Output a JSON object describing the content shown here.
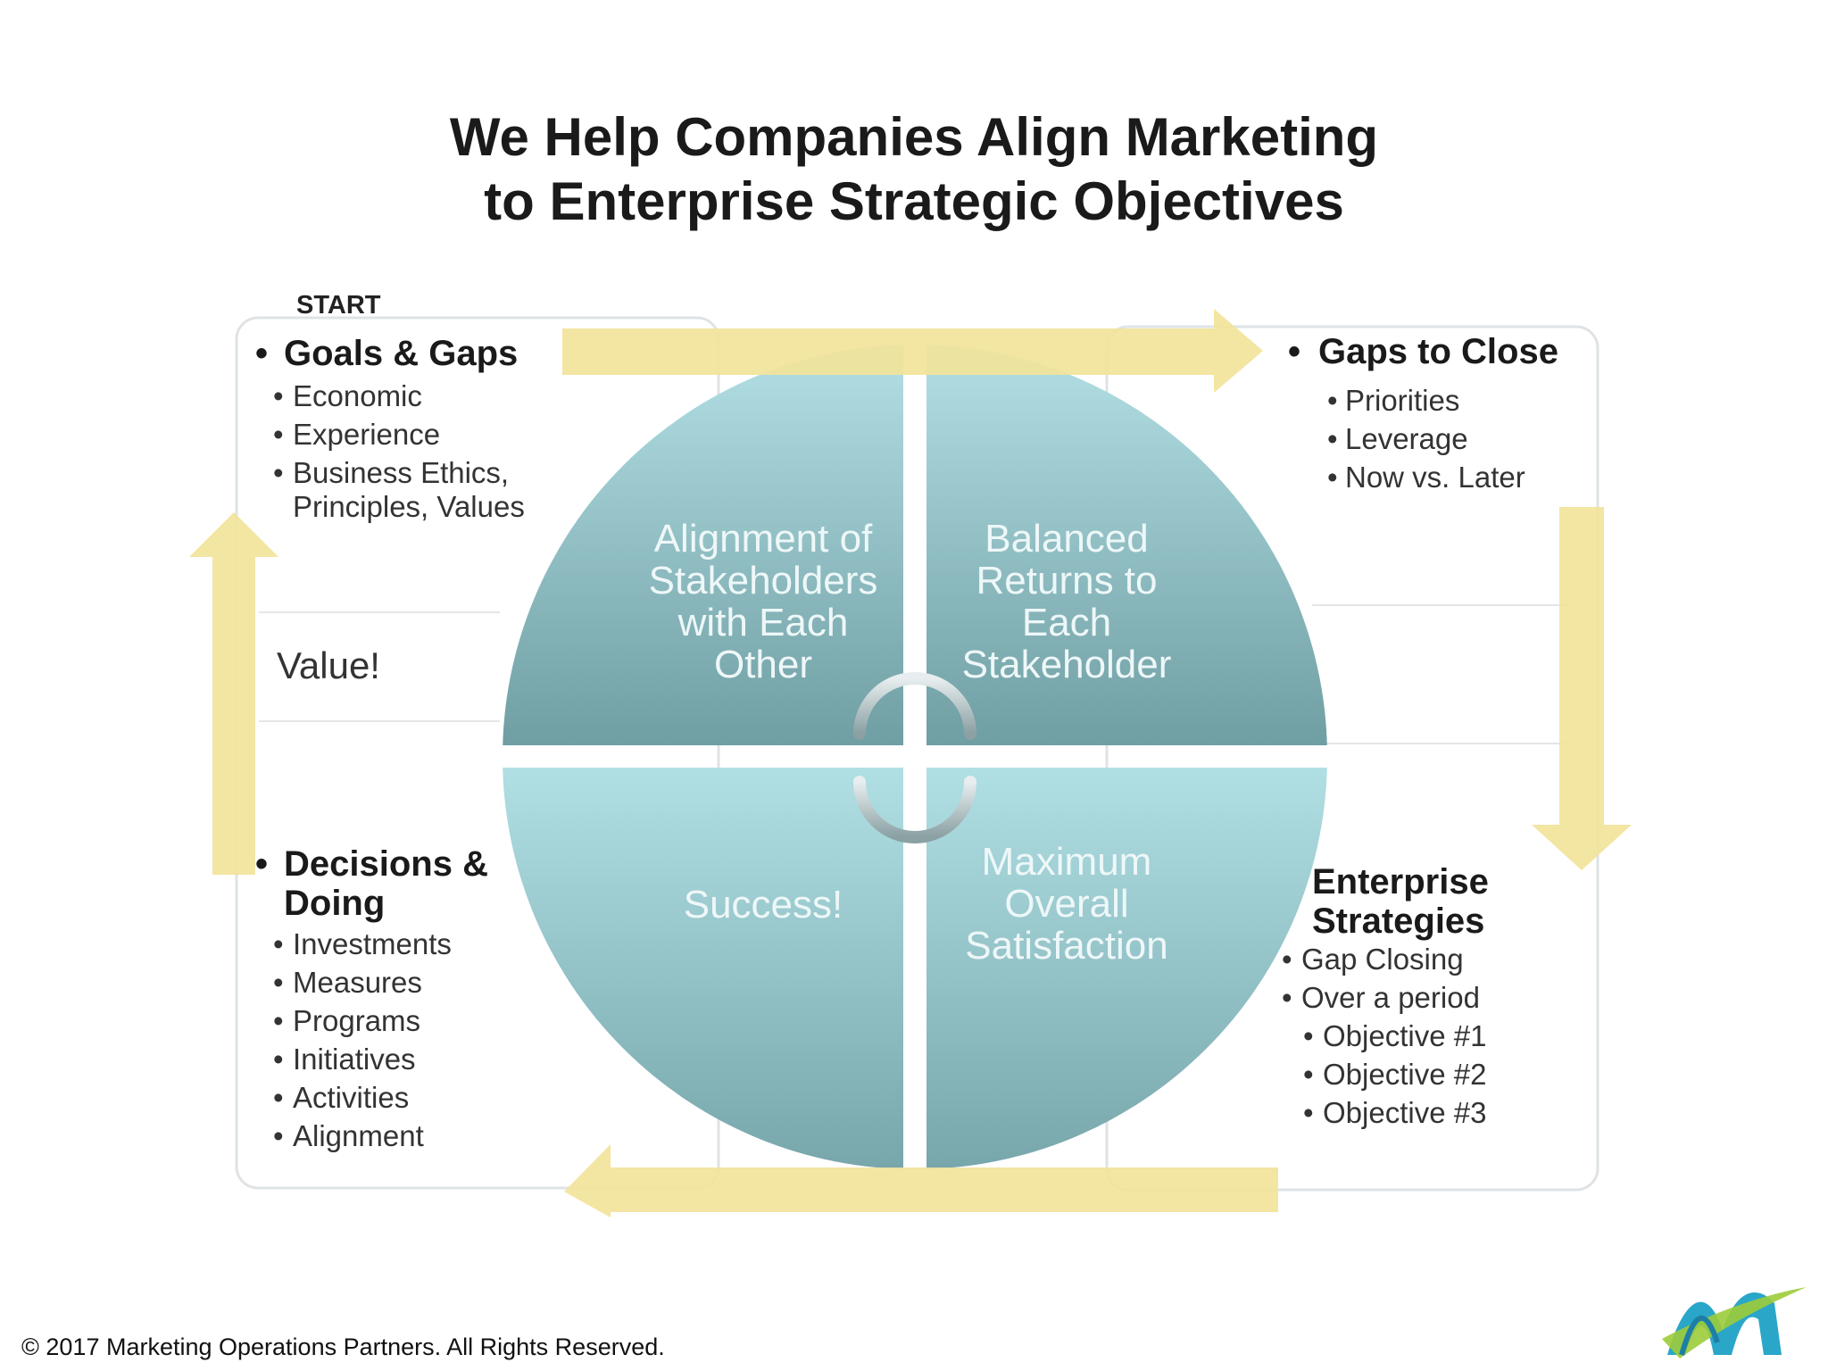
{
  "title": {
    "line1": "We Help Companies Align Marketing",
    "line2": "to Enterprise Strategic Objectives"
  },
  "start_label": "START",
  "goals": {
    "heading": "Goals & Gaps",
    "items": [
      "Economic",
      "Experience",
      "Business Ethics,",
      "Principles, Values"
    ]
  },
  "gaps_to_close": {
    "heading": "Gaps to Close",
    "items": [
      "Priorities",
      "Leverage",
      "Now vs. Later"
    ]
  },
  "value_label": "Value!",
  "decisions": {
    "heading_line1": "Decisions &",
    "heading_line2": "Doing",
    "items": [
      "Investments",
      "Measures",
      "Programs",
      "Initiatives",
      "Activities",
      "Alignment"
    ]
  },
  "enterprise": {
    "heading_line1": "Enterprise",
    "heading_line2": "Strategies",
    "items": [
      "Gap Closing",
      "Over a period"
    ],
    "subitems": [
      "Objective #1",
      "Objective #2",
      "Objective #3"
    ]
  },
  "quadrants": {
    "top_left": [
      "Alignment of",
      "Stakeholders",
      "with Each",
      "Other"
    ],
    "top_right": [
      "Balanced",
      "Returns to",
      "Each",
      "Stakeholder"
    ],
    "bottom_left": [
      "Success!"
    ],
    "bottom_right": [
      "Maximum",
      "Overall",
      "Satisfaction"
    ]
  },
  "bullet_char": "•",
  "colors": {
    "circle_light": "#aedde2",
    "circle_dark": "#6f9ea3",
    "arrow": "#f2e39a",
    "panel_border": "#d8dde0"
  },
  "footer": "© 2017 Marketing Operations Partners. All Rights Reserved."
}
